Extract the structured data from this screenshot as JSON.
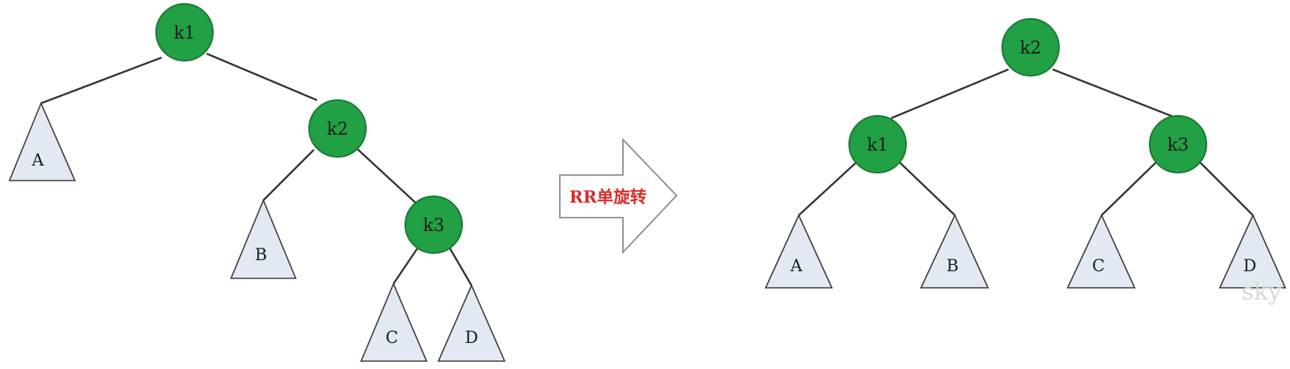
{
  "before_tree": {
    "nodes": {
      "k1": "k1",
      "k2": "k2",
      "k3": "k3"
    },
    "subtrees": {
      "A": "A",
      "B": "B",
      "C": "C",
      "D": "D"
    }
  },
  "transition": {
    "label": "RR单旋转",
    "label_color": "#d62d2d"
  },
  "after_tree": {
    "nodes": {
      "k1": "k1",
      "k2": "k2",
      "k3": "k3"
    },
    "subtrees": {
      "A": "A",
      "B": "B",
      "C": "C",
      "D": "D"
    }
  },
  "watermark": "sky",
  "colors": {
    "node_fill": "#21a046",
    "subtree_fill": "#e3e9f3"
  }
}
